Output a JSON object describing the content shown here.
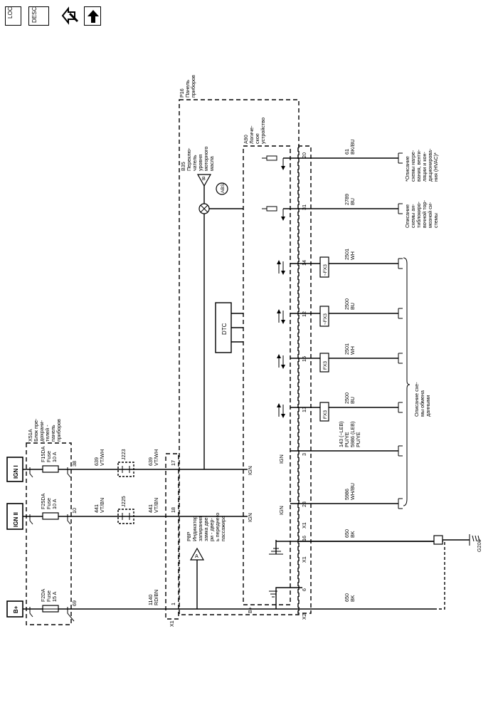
{
  "toolbar": {
    "loc_label": "LOC",
    "desc_label": "DESC",
    "icons": [
      "loc-icon",
      "desc-icon",
      "tools-icon",
      "up-arrow-icon"
    ]
  },
  "power": {
    "b_plus": "B+",
    "ign2": "IGN II",
    "ign1": "IGN I"
  },
  "x51a": {
    "name": "X51A",
    "desc": [
      "Блок пре-",
      "дохрани-",
      "телей -",
      "панель",
      "приборов"
    ]
  },
  "fuses": [
    {
      "id": "F2DA",
      "type": "Fuse",
      "rating": "15 A",
      "pin": "69"
    },
    {
      "id": "F25DA",
      "type": "Fuse",
      "rating": "10 A",
      "pin": "10"
    },
    {
      "id": "F15DA",
      "type": "Fuse",
      "rating": "10 A",
      "pin": "38"
    }
  ],
  "wires_top": [
    {
      "num": "1140",
      "color": "RD/BN"
    },
    {
      "num": "441",
      "color": "VT/BN"
    },
    {
      "num": "441",
      "color": "VT/BN"
    },
    {
      "num": "639",
      "color": "VT/WH"
    },
    {
      "num": "639",
      "color": "VT/WH"
    }
  ],
  "splices": [
    "J225",
    "J223"
  ],
  "connector_x1": {
    "label": "X1",
    "pins": [
      "1",
      "18",
      "17"
    ]
  },
  "p16": {
    "name": "P16",
    "desc": [
      "Панель",
      "приборов"
    ]
  },
  "a90": {
    "name": "A90",
    "desc": [
      "Логиче-",
      "ское",
      "устройство"
    ]
  },
  "p8p": {
    "name": "P8P",
    "desc": [
      "Индикатор",
      "запирания",
      "замка две-",
      "ри - двер-",
      "ь переднего",
      "пассажира"
    ],
    "tag": "A"
  },
  "b35": {
    "name": "B35",
    "desc": [
      "Переклю-",
      "чатель",
      "уровня",
      "моторного",
      "масла"
    ],
    "tag": "B"
  },
  "dtc_label": "DTC",
  "abs_label": "ABS",
  "inner_labels": {
    "b_plus": "B+",
    "ign_a": "IGN",
    "ign_b": "IGN"
  },
  "x2": {
    "label": "X2",
    "pins": [
      "6",
      "16"
    ],
    "x1_label": "X1"
  },
  "x1_lower": {
    "label": "X1",
    "pins": [
      "23",
      "3",
      "13",
      "15",
      "12",
      "14",
      "31",
      "20"
    ]
  },
  "ign_labels": [
    "IGN",
    "IGN"
  ],
  "fx_labels": [
    "FX3",
    "FX3",
    "~FX3",
    "~FX3"
  ],
  "wires_bottom": [
    {
      "num": "650",
      "color": "BK"
    },
    {
      "num": "650",
      "color": "BK"
    },
    {
      "num": "5986",
      "color": "WH/BU"
    },
    {
      "num": "143 (~LEB)",
      "color": "PU/YE",
      "extra": "5986 (LEB)",
      "extra_color": "PU/YE"
    },
    {
      "num": "2500",
      "color": "BU"
    },
    {
      "num": "2501",
      "color": "WH"
    },
    {
      "num": "2500",
      "color": "BU"
    },
    {
      "num": "2501",
      "color": "WH"
    },
    {
      "num": "2789",
      "color": "BU"
    },
    {
      "num": "61",
      "color": "BK/BU"
    }
  ],
  "ground": "G200",
  "refs": {
    "data_comm": [
      "Описание схе-",
      "мы обмена",
      "данными"
    ],
    "abs_ref": [
      "Описание",
      "схемы ан-",
      "тиблокиро-",
      "вочной тор-",
      "мозной си-",
      "стемы"
    ],
    "hvac_ref": [
      "*Описание",
      "схемы нагре-",
      "вания, венти-",
      "ляции и кон-",
      "диционирова-",
      "ния (HVAC)*"
    ]
  }
}
